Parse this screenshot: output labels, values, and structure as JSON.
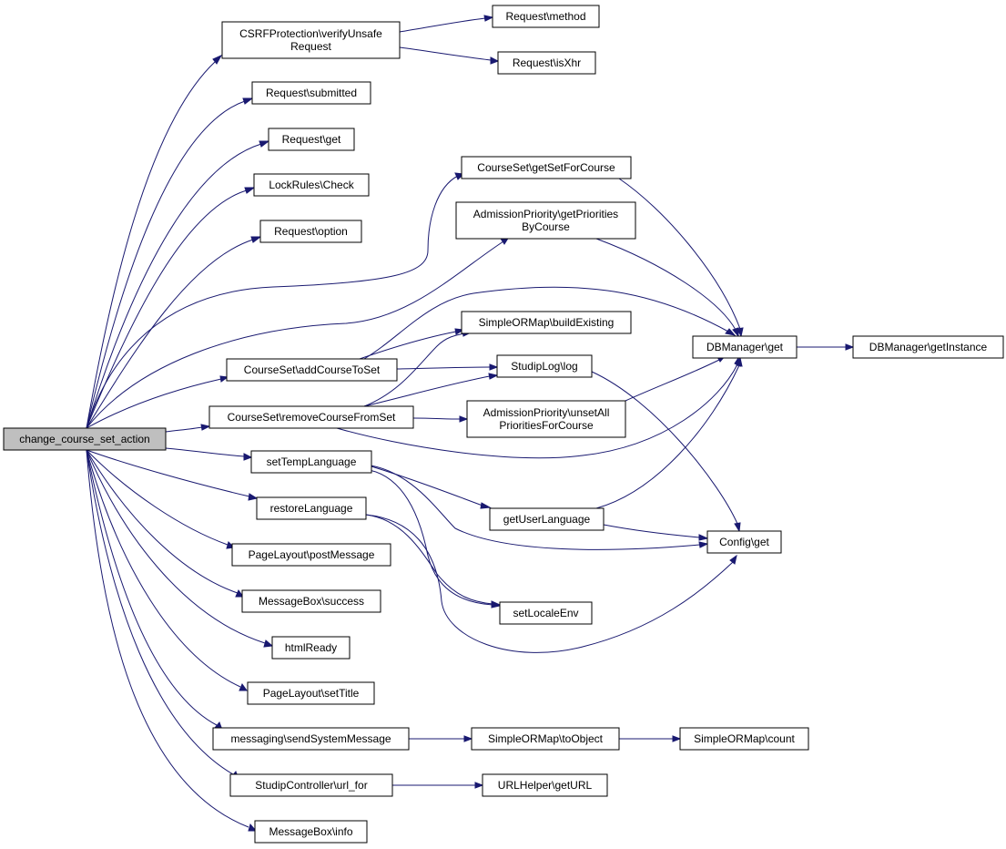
{
  "diagram": {
    "colors": {
      "edge": "#191970",
      "root_fill": "#bfbfbf",
      "node_fill": "#ffffff",
      "node_border": "#000000"
    },
    "nodes": [
      {
        "id": "root",
        "label": [
          "change_course_set_action"
        ],
        "root": true
      },
      {
        "id": "csrf",
        "label": [
          "CSRFProtection\\verifyUnsafe",
          "Request"
        ]
      },
      {
        "id": "req_method",
        "label": [
          "Request\\method"
        ]
      },
      {
        "id": "req_isxhr",
        "label": [
          "Request\\isXhr"
        ]
      },
      {
        "id": "req_submitted",
        "label": [
          "Request\\submitted"
        ]
      },
      {
        "id": "req_get",
        "label": [
          "Request\\get"
        ]
      },
      {
        "id": "lockrules",
        "label": [
          "LockRules\\Check"
        ]
      },
      {
        "id": "req_option",
        "label": [
          "Request\\option"
        ]
      },
      {
        "id": "cs_getset",
        "label": [
          "CourseSet\\getSetForCourse"
        ]
      },
      {
        "id": "ap_getprio",
        "label": [
          "AdmissionPriority\\getPriorities",
          "ByCourse"
        ]
      },
      {
        "id": "sorm_build",
        "label": [
          "SimpleORMap\\buildExisting"
        ]
      },
      {
        "id": "dbm_get",
        "label": [
          "DBManager\\get"
        ]
      },
      {
        "id": "dbm_inst",
        "label": [
          "DBManager\\getInstance"
        ]
      },
      {
        "id": "cs_add",
        "label": [
          "CourseSet\\addCourseToSet"
        ]
      },
      {
        "id": "slog",
        "label": [
          "StudipLog\\log"
        ]
      },
      {
        "id": "cs_remove",
        "label": [
          "CourseSet\\removeCourseFromSet"
        ]
      },
      {
        "id": "ap_unset",
        "label": [
          "AdmissionPriority\\unsetAll",
          "PrioritiesForCourse"
        ]
      },
      {
        "id": "settemp",
        "label": [
          "setTempLanguage"
        ]
      },
      {
        "id": "getuserlang",
        "label": [
          "getUserLanguage"
        ]
      },
      {
        "id": "config_get",
        "label": [
          "Config\\get"
        ]
      },
      {
        "id": "restore",
        "label": [
          "restoreLanguage"
        ]
      },
      {
        "id": "pl_post",
        "label": [
          "PageLayout\\postMessage"
        ]
      },
      {
        "id": "mb_success",
        "label": [
          "MessageBox\\success"
        ]
      },
      {
        "id": "setlocale",
        "label": [
          "setLocaleEnv"
        ]
      },
      {
        "id": "htmlready",
        "label": [
          "htmlReady"
        ]
      },
      {
        "id": "pl_title",
        "label": [
          "PageLayout\\setTitle"
        ]
      },
      {
        "id": "msg_send",
        "label": [
          "messaging\\sendSystemMessage"
        ]
      },
      {
        "id": "sorm_toobj",
        "label": [
          "SimpleORMap\\toObject"
        ]
      },
      {
        "id": "sorm_count",
        "label": [
          "SimpleORMap\\count"
        ]
      },
      {
        "id": "sc_urlfor",
        "label": [
          "StudipController\\url_for"
        ]
      },
      {
        "id": "url_get",
        "label": [
          "URLHelper\\getURL"
        ]
      },
      {
        "id": "mb_info",
        "label": [
          "MessageBox\\info"
        ]
      }
    ],
    "edges": [
      {
        "from": "root",
        "to": "csrf"
      },
      {
        "from": "root",
        "to": "req_submitted"
      },
      {
        "from": "root",
        "to": "req_get"
      },
      {
        "from": "root",
        "to": "lockrules"
      },
      {
        "from": "root",
        "to": "req_option"
      },
      {
        "from": "root",
        "to": "cs_getset"
      },
      {
        "from": "root",
        "to": "ap_getprio"
      },
      {
        "from": "root",
        "to": "cs_add"
      },
      {
        "from": "root",
        "to": "cs_remove"
      },
      {
        "from": "root",
        "to": "settemp"
      },
      {
        "from": "root",
        "to": "restore"
      },
      {
        "from": "root",
        "to": "pl_post"
      },
      {
        "from": "root",
        "to": "mb_success"
      },
      {
        "from": "root",
        "to": "htmlready"
      },
      {
        "from": "root",
        "to": "pl_title"
      },
      {
        "from": "root",
        "to": "msg_send"
      },
      {
        "from": "root",
        "to": "sc_urlfor"
      },
      {
        "from": "root",
        "to": "mb_info"
      },
      {
        "from": "csrf",
        "to": "req_method"
      },
      {
        "from": "csrf",
        "to": "req_isxhr"
      },
      {
        "from": "cs_getset",
        "to": "dbm_get"
      },
      {
        "from": "ap_getprio",
        "to": "dbm_get"
      },
      {
        "from": "dbm_get",
        "to": "dbm_inst"
      },
      {
        "from": "cs_add",
        "to": "sorm_build"
      },
      {
        "from": "cs_add",
        "to": "dbm_get"
      },
      {
        "from": "cs_add",
        "to": "slog"
      },
      {
        "from": "cs_remove",
        "to": "sorm_build"
      },
      {
        "from": "cs_remove",
        "to": "slog"
      },
      {
        "from": "cs_remove",
        "to": "ap_unset"
      },
      {
        "from": "cs_remove",
        "to": "dbm_get"
      },
      {
        "from": "ap_unset",
        "to": "dbm_get"
      },
      {
        "from": "slog",
        "to": "config_get"
      },
      {
        "from": "settemp",
        "to": "getuserlang"
      },
      {
        "from": "settemp",
        "to": "config_get"
      },
      {
        "from": "settemp",
        "to": "setlocale"
      },
      {
        "from": "getuserlang",
        "to": "dbm_get"
      },
      {
        "from": "getuserlang",
        "to": "config_get"
      },
      {
        "from": "restore",
        "to": "setlocale"
      },
      {
        "from": "restore",
        "to": "config_get"
      },
      {
        "from": "msg_send",
        "to": "sorm_toobj"
      },
      {
        "from": "sorm_toobj",
        "to": "sorm_count"
      },
      {
        "from": "sc_urlfor",
        "to": "url_get"
      }
    ]
  }
}
